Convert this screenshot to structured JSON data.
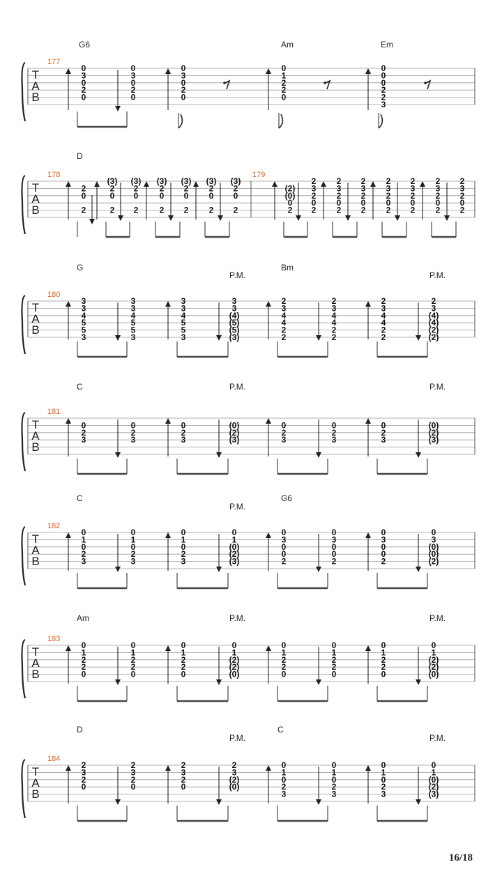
{
  "page": {
    "number": "16/18"
  },
  "tab_clef": [
    "T",
    "A",
    "B"
  ],
  "systems": [
    {
      "measures": [
        {
          "number": "177",
          "chords": [
            "G6",
            "Am",
            "Em"
          ],
          "beats": [
            {
              "dir": "up",
              "notes": [
                "0",
                "3",
                "0",
                "2",
                "0",
                ""
              ]
            },
            {
              "dir": "down",
              "notes": [
                "0",
                "3",
                "0",
                "2",
                "0",
                ""
              ]
            },
            {
              "dir": "up",
              "notes": [
                "0",
                "3",
                "0",
                "2",
                "0",
                ""
              ],
              "flag": true
            },
            {
              "rest": true
            },
            {
              "dir": "up",
              "notes": [
                "0",
                "1",
                "2",
                "2",
                "0",
                ""
              ],
              "flag": true
            },
            {
              "rest": true
            },
            {
              "dir": "up",
              "notes": [
                "0",
                "0",
                "0",
                "2",
                "2",
                "3"
              ],
              "flag": true
            },
            {
              "rest": true
            }
          ]
        }
      ]
    },
    {
      "measures": [
        {
          "number": "178",
          "chords": [
            "D"
          ],
          "beats": [
            {
              "dir": "up",
              "notes": [
                "",
                "2",
                "0",
                "",
                "2",
                ""
              ]
            },
            {
              "dir": "down",
              "notes": [
                "",
                "",
                "",
                "",
                "",
                ""
              ]
            },
            {
              "dir": "up",
              "notes": [
                "(3)",
                "2",
                "0",
                "",
                "2",
                ""
              ]
            },
            {
              "dir": "down",
              "notes": [
                "(3)",
                "2",
                "0",
                "",
                "2",
                ""
              ]
            },
            {
              "dir": "up",
              "notes": [
                "(3)",
                "2",
                "0",
                "",
                "2",
                ""
              ]
            },
            {
              "dir": "down",
              "notes": [
                "(3)",
                "2",
                "0",
                "",
                "2",
                ""
              ]
            },
            {
              "dir": "up",
              "notes": [
                "(3)",
                "2",
                "0",
                "",
                "2",
                ""
              ]
            },
            {
              "dir": "down",
              "notes": [
                "(3)",
                "2",
                "0",
                "",
                "2",
                ""
              ]
            }
          ]
        },
        {
          "number": "179",
          "chords": [],
          "beats": [
            {
              "dir": "up",
              "notes": [
                "",
                "(2)",
                "(0)",
                "0",
                "2",
                ""
              ]
            },
            {
              "dir": "down",
              "notes": [
                "2",
                "3",
                "2",
                "0",
                "2",
                ""
              ]
            },
            {
              "dir": "up",
              "notes": [
                "2",
                "3",
                "2",
                "0",
                "2",
                ""
              ]
            },
            {
              "dir": "down",
              "notes": [
                "2",
                "3",
                "2",
                "0",
                "2",
                ""
              ]
            },
            {
              "dir": "up",
              "notes": [
                "2",
                "3",
                "2",
                "0",
                "2",
                ""
              ]
            },
            {
              "dir": "down",
              "notes": [
                "2",
                "3",
                "2",
                "0",
                "2",
                ""
              ]
            },
            {
              "dir": "up",
              "notes": [
                "2",
                "3",
                "2",
                "0",
                "2",
                ""
              ]
            },
            {
              "dir": "down",
              "notes": [
                "2",
                "3",
                "2",
                "0",
                "2",
                ""
              ]
            }
          ]
        }
      ]
    },
    {
      "measures": [
        {
          "number": "180",
          "chords": [
            "G",
            "Bm"
          ],
          "pm": [
            "P.M.",
            "P.M."
          ],
          "beats": [
            {
              "dir": "up",
              "notes": [
                "3",
                "3",
                "4",
                "5",
                "5",
                "3"
              ]
            },
            {
              "dir": "down",
              "notes": [
                "3",
                "3",
                "4",
                "5",
                "5",
                "3"
              ]
            },
            {
              "dir": "up",
              "notes": [
                "3",
                "3",
                "4",
                "5",
                "5",
                "3"
              ]
            },
            {
              "dir": "down",
              "notes": [
                "3",
                "3",
                "(4)",
                "(5)",
                "(5)",
                "(3)"
              ]
            },
            {
              "dir": "up",
              "notes": [
                "2",
                "3",
                "4",
                "4",
                "2",
                "2"
              ]
            },
            {
              "dir": "down",
              "notes": [
                "2",
                "3",
                "4",
                "4",
                "2",
                "2"
              ]
            },
            {
              "dir": "up",
              "notes": [
                "2",
                "3",
                "4",
                "4",
                "2",
                "2"
              ]
            },
            {
              "dir": "down",
              "notes": [
                "2",
                "3",
                "(4)",
                "(4)",
                "(2)",
                "(2)"
              ]
            }
          ]
        }
      ]
    },
    {
      "measures": [
        {
          "number": "181",
          "chords": [
            "C"
          ],
          "pm": [
            "P.M.",
            "P.M."
          ],
          "beats": [
            {
              "dir": "up",
              "notes": [
                "",
                "0",
                "2",
                "3",
                "",
                ""
              ]
            },
            {
              "dir": "down",
              "notes": [
                "",
                "0",
                "2",
                "3",
                "",
                ""
              ]
            },
            {
              "dir": "up",
              "notes": [
                "",
                "0",
                "2",
                "3",
                "",
                ""
              ]
            },
            {
              "dir": "down",
              "notes": [
                "",
                "(0)",
                "(2)",
                "(3)",
                "",
                ""
              ]
            },
            {
              "dir": "up",
              "notes": [
                "",
                "0",
                "2",
                "3",
                "",
                ""
              ]
            },
            {
              "dir": "down",
              "notes": [
                "",
                "0",
                "2",
                "3",
                "",
                ""
              ]
            },
            {
              "dir": "up",
              "notes": [
                "",
                "0",
                "2",
                "3",
                "",
                ""
              ]
            },
            {
              "dir": "down",
              "notes": [
                "",
                "(0)",
                "(2)",
                "(3)",
                "",
                ""
              ]
            }
          ]
        }
      ]
    },
    {
      "measures": [
        {
          "number": "182",
          "chords": [
            "C",
            "G6"
          ],
          "pm": [
            "P.M."
          ],
          "beats": [
            {
              "dir": "up",
              "notes": [
                "0",
                "1",
                "0",
                "2",
                "3",
                ""
              ]
            },
            {
              "dir": "down",
              "notes": [
                "0",
                "1",
                "0",
                "2",
                "3",
                ""
              ]
            },
            {
              "dir": "up",
              "notes": [
                "0",
                "1",
                "0",
                "2",
                "3",
                ""
              ]
            },
            {
              "dir": "down",
              "notes": [
                "0",
                "1",
                "(0)",
                "(2)",
                "(3)",
                ""
              ]
            },
            {
              "dir": "up",
              "notes": [
                "0",
                "3",
                "0",
                "0",
                "2",
                ""
              ]
            },
            {
              "dir": "down",
              "notes": [
                "0",
                "3",
                "0",
                "0",
                "2",
                ""
              ]
            },
            {
              "dir": "up",
              "notes": [
                "0",
                "3",
                "0",
                "0",
                "2",
                ""
              ]
            },
            {
              "dir": "down",
              "notes": [
                "0",
                "3",
                "(0)",
                "(0)",
                "(2)",
                ""
              ]
            }
          ]
        }
      ]
    },
    {
      "measures": [
        {
          "number": "183",
          "chords": [
            "Am"
          ],
          "pm": [
            "P.M.",
            "P.M."
          ],
          "beats": [
            {
              "dir": "up",
              "notes": [
                "0",
                "1",
                "2",
                "2",
                "0",
                ""
              ]
            },
            {
              "dir": "down",
              "notes": [
                "0",
                "1",
                "2",
                "2",
                "0",
                ""
              ]
            },
            {
              "dir": "up",
              "notes": [
                "0",
                "1",
                "2",
                "2",
                "0",
                ""
              ]
            },
            {
              "dir": "down",
              "notes": [
                "0",
                "1",
                "(2)",
                "(2)",
                "(0)",
                ""
              ]
            },
            {
              "dir": "up",
              "notes": [
                "0",
                "1",
                "2",
                "2",
                "0",
                ""
              ]
            },
            {
              "dir": "down",
              "notes": [
                "0",
                "1",
                "2",
                "2",
                "0",
                ""
              ]
            },
            {
              "dir": "up",
              "notes": [
                "0",
                "1",
                "2",
                "2",
                "0",
                ""
              ]
            },
            {
              "dir": "down",
              "notes": [
                "0",
                "1",
                "(2)",
                "(2)",
                "(0)",
                ""
              ]
            }
          ]
        }
      ]
    },
    {
      "measures": [
        {
          "number": "184",
          "chords": [
            "D",
            "C"
          ],
          "pm": [
            "P.M.",
            "P.M."
          ],
          "beats": [
            {
              "dir": "up",
              "notes": [
                "2",
                "3",
                "2",
                "0",
                "",
                ""
              ]
            },
            {
              "dir": "down",
              "notes": [
                "2",
                "3",
                "2",
                "0",
                "",
                ""
              ]
            },
            {
              "dir": "up",
              "notes": [
                "2",
                "3",
                "2",
                "0",
                "",
                ""
              ]
            },
            {
              "dir": "down",
              "notes": [
                "2",
                "3",
                "(2)",
                "(0)",
                "",
                ""
              ]
            },
            {
              "dir": "up",
              "notes": [
                "0",
                "1",
                "0",
                "2",
                "3",
                ""
              ]
            },
            {
              "dir": "down",
              "notes": [
                "0",
                "1",
                "0",
                "2",
                "3",
                ""
              ]
            },
            {
              "dir": "up",
              "notes": [
                "0",
                "1",
                "0",
                "2",
                "3",
                ""
              ]
            },
            {
              "dir": "down",
              "notes": [
                "0",
                "1",
                "(0)",
                "(2)",
                "(3)",
                ""
              ]
            }
          ]
        }
      ]
    }
  ]
}
